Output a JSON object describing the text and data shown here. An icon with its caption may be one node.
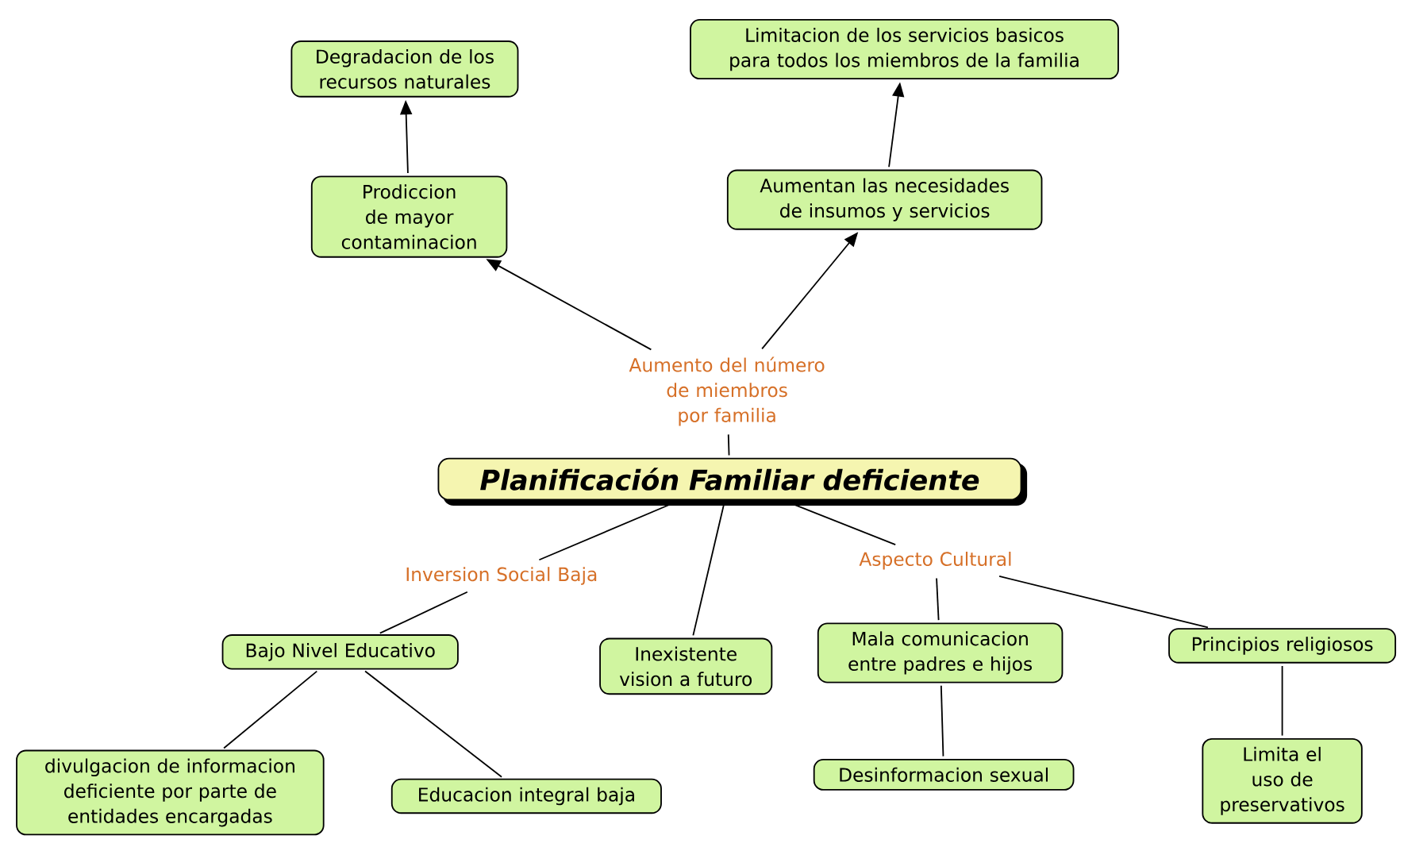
{
  "diagram": {
    "nodes": [
      {
        "text": [
          "Degradacion de los recursos naturales"
        ]
      },
      {
        "text": [
          "Limitacion de los servicios basicos para todos los miembros de la familia"
        ]
      },
      {
        "text": [
          "Prodiccion de mayor contaminacion"
        ]
      },
      {
        "text": [
          "Aumentan las necesidades de insumos y servicios"
        ]
      },
      {
        "text": [
          "Aumento del número de miembros por familia"
        ]
      },
      {
        "text": [
          "Planificación Familiar deficiente"
        ]
      },
      {
        "text": [
          "Inversion Social Baja"
        ]
      },
      {
        "text": [
          "Aspecto Cultural"
        ]
      },
      {
        "text": [
          "Bajo Nivel Educativo"
        ]
      },
      {
        "text": [
          "Inexistente vision a futuro"
        ]
      },
      {
        "text": [
          "Mala comunicacion entre padres e hijos"
        ]
      },
      {
        "text": [
          "Principios religiosos"
        ]
      },
      {
        "text": [
          "divulgacion de informacion deficiente por parte de entidades encargadas"
        ]
      },
      {
        "text": [
          "Educacion integral baja"
        ]
      },
      {
        "text": [
          "Desinformacion sexual"
        ]
      },
      {
        "text": [
          "Limita el uso de preservativos"
        ]
      }
    ],
    "edges": [
      {
        "from": 2,
        "to": 0,
        "arrow": "to"
      },
      {
        "from": 3,
        "to": 1,
        "arrow": "to"
      },
      {
        "from": 4,
        "to": 2,
        "arrow": "to"
      },
      {
        "from": 4,
        "to": 3,
        "arrow": "to"
      },
      {
        "from": 5,
        "to": 4,
        "arrow": "none"
      },
      {
        "from": 5,
        "to": 6,
        "arrow": "none"
      },
      {
        "from": 5,
        "to": 9,
        "arrow": "none"
      },
      {
        "from": 5,
        "to": 7,
        "arrow": "none"
      },
      {
        "from": 6,
        "to": 8,
        "arrow": "none"
      },
      {
        "from": 8,
        "to": 12,
        "arrow": "none"
      },
      {
        "from": 8,
        "to": 13,
        "arrow": "none"
      },
      {
        "from": 7,
        "to": 10,
        "arrow": "none"
      },
      {
        "from": 7,
        "to": 11,
        "arrow": "none"
      },
      {
        "from": 10,
        "to": 14,
        "arrow": "none"
      },
      {
        "from": 11,
        "to": 15,
        "arrow": "none"
      }
    ]
  }
}
